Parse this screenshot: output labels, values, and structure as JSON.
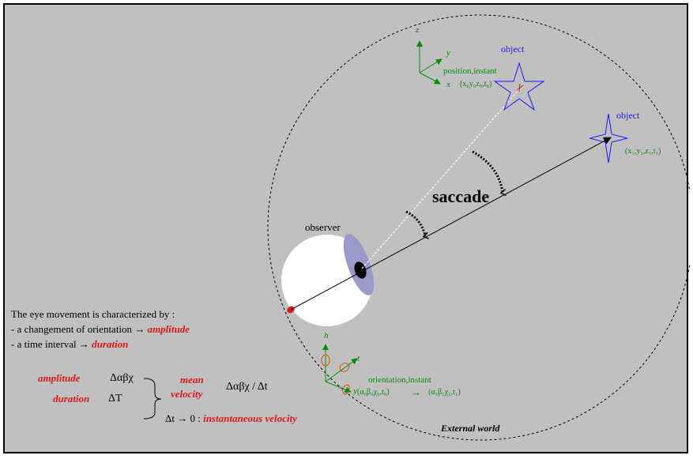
{
  "labels": {
    "object_top": "object",
    "object_right": "object",
    "position_instant": "position,instant",
    "coord_top": "(x₀y₀z₀,t₀)",
    "coord_right": "(x₁,y₁,z₁,t₁)",
    "saccade": "saccade",
    "observer": "observer",
    "external_world": "External world",
    "orientation_instant": "orientation,instant",
    "orient_from": "(α₀β₀χ₀,t₀)",
    "orient_arrow": "→",
    "orient_to": "(α₁β₁χ₁,t₁)",
    "axis_x": "x",
    "axis_y": "y",
    "axis_z": "z",
    "axis_h": "h",
    "axis_t": "t",
    "axis_y2": "y"
  },
  "text_block": {
    "line1": "The eye movement is characterized by :",
    "line2_prefix": "- a changement of orientation ",
    "line2_red": "amplitude",
    "line3_prefix": "- a time interval ",
    "line3_red": "duration",
    "arrow": "→",
    "amp_label": "amplitude",
    "amp_value": "Δαβχ",
    "dur_label": "duration",
    "dur_value": "ΔT",
    "mean": "mean",
    "velocity": "velocity",
    "ratio": "Δαβχ / Δt",
    "limit_prefix": "Δt → 0 : ",
    "limit_red": "instantaneous velocity"
  },
  "colors": {
    "background": "#c0c0c0",
    "green": "#0a8a0a",
    "blue": "#1a1aff",
    "red": "#e01818",
    "iris": "#9a9ac8",
    "eye_white": "#ffffff",
    "orange": "#c85a00"
  }
}
